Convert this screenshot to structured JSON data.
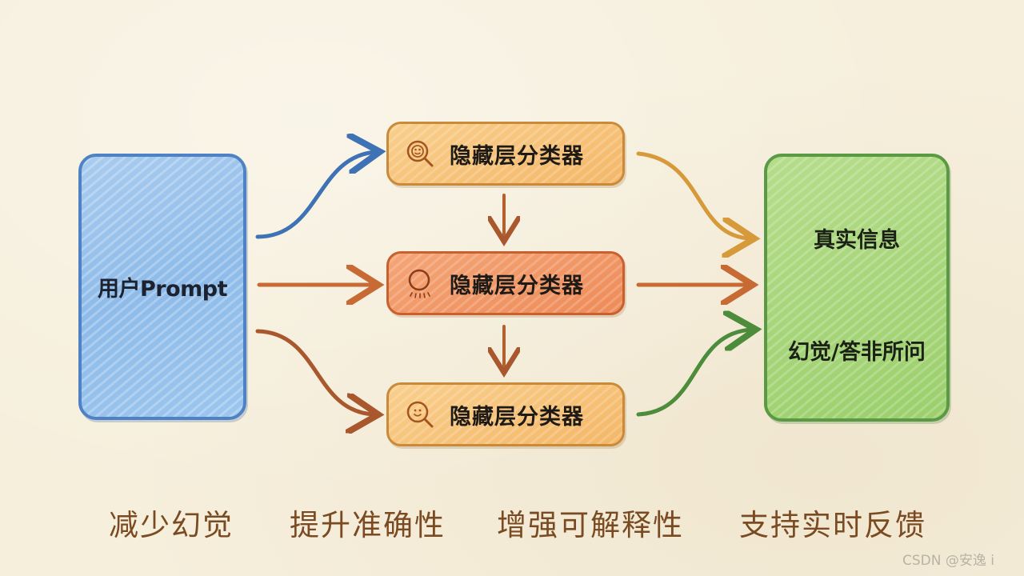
{
  "input": {
    "label": "用户Prompt"
  },
  "classifiers": [
    {
      "label": "隐藏层分类器",
      "icon": "magnifier-smile-icon"
    },
    {
      "label": "隐藏层分类器",
      "icon": "sun-circle-icon"
    },
    {
      "label": "隐藏层分类器",
      "icon": "magnifier-smile-icon"
    }
  ],
  "output": {
    "true_label": "真实信息",
    "false_label": "幻觉/答非所问"
  },
  "benefits": [
    "减少幻觉",
    "提升准确性",
    "增强可解释性",
    "支持实时反馈"
  ],
  "watermark": "CSDN @安逸 i",
  "colors": {
    "input_blue": "#8ebbe9",
    "classifier_orange": "#f4b768",
    "classifier_mid": "#ee8b58",
    "output_green": "#9bcf6c",
    "caption_brown": "#7a4a22"
  }
}
